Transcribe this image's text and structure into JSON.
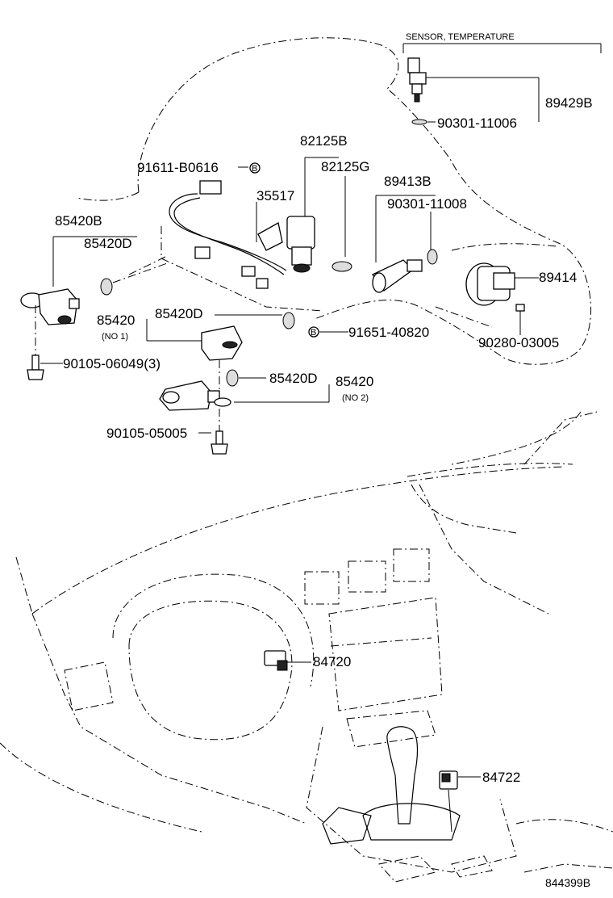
{
  "labels": {
    "sensor_temperature": "SENSOR, TEMPERATURE",
    "p89429B": "89429B",
    "p90301_11006": "90301-11006",
    "p82125B": "82125B",
    "p82125G": "82125G",
    "p91611": "91611-B0616",
    "p35517": "35517",
    "p89413B": "89413B",
    "p90301_11008": "90301-11008",
    "p85420B": "85420B",
    "p85420D_a": "85420D",
    "p89414": "89414",
    "p85420_no1": "85420",
    "no1": "(NO 1)",
    "p85420D_b": "85420D",
    "p91651": "91651-40820",
    "p90280": "90280-03005",
    "p90105_06049": "90105-06049(3)",
    "p85420D_c": "85420D",
    "p85420_no2": "85420",
    "no2": "(NO 2)",
    "p90105_05005": "90105-05005",
    "p84720": "84720",
    "p84722": "84722",
    "diagram_code": "844399B",
    "bolt_b": "B"
  }
}
